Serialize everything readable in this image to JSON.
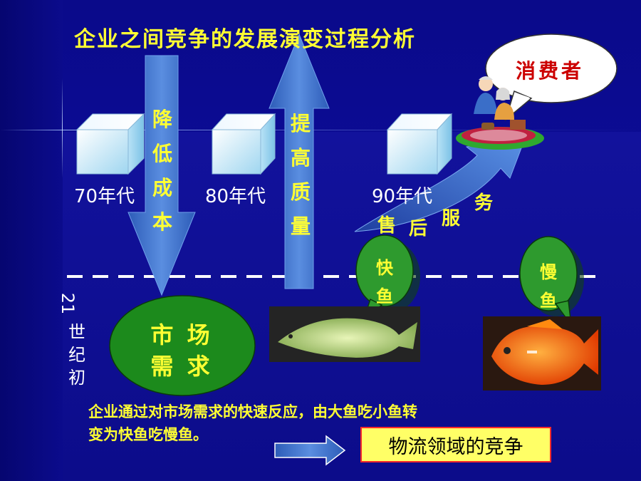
{
  "slide": {
    "title": "企业之间竞争的发展演变过程分析",
    "decades": [
      "70年代",
      "80年代",
      "90年代"
    ],
    "arrow_down_text": [
      "降",
      "低",
      "成",
      "本"
    ],
    "arrow_up_text": [
      "提",
      "高",
      "质",
      "量"
    ],
    "service_chars": [
      "售",
      "后",
      "服",
      "务"
    ],
    "consumer_label": "消费者",
    "fast_fish_label": [
      "快",
      "鱼"
    ],
    "slow_fish_label": [
      "慢",
      "鱼"
    ],
    "market_line1": "市 场",
    "market_line2": "需 求",
    "century_text": [
      "21",
      "世",
      "纪",
      "初"
    ],
    "bottom_line1": "企业通过对市场需求的快速反应，由大鱼吃小鱼转",
    "bottom_line2": "变为快鱼吃慢鱼。",
    "result_box": "物流领域的竞争",
    "colors": {
      "background": "#0a0a8a",
      "title": "#ffff33",
      "arrow": "#4a7ed0",
      "market_circle": "#1c8a1c",
      "bubble_green": "#2e9a2e",
      "result_border": "#ff2a2a",
      "result_fill": "#ffff66"
    }
  }
}
